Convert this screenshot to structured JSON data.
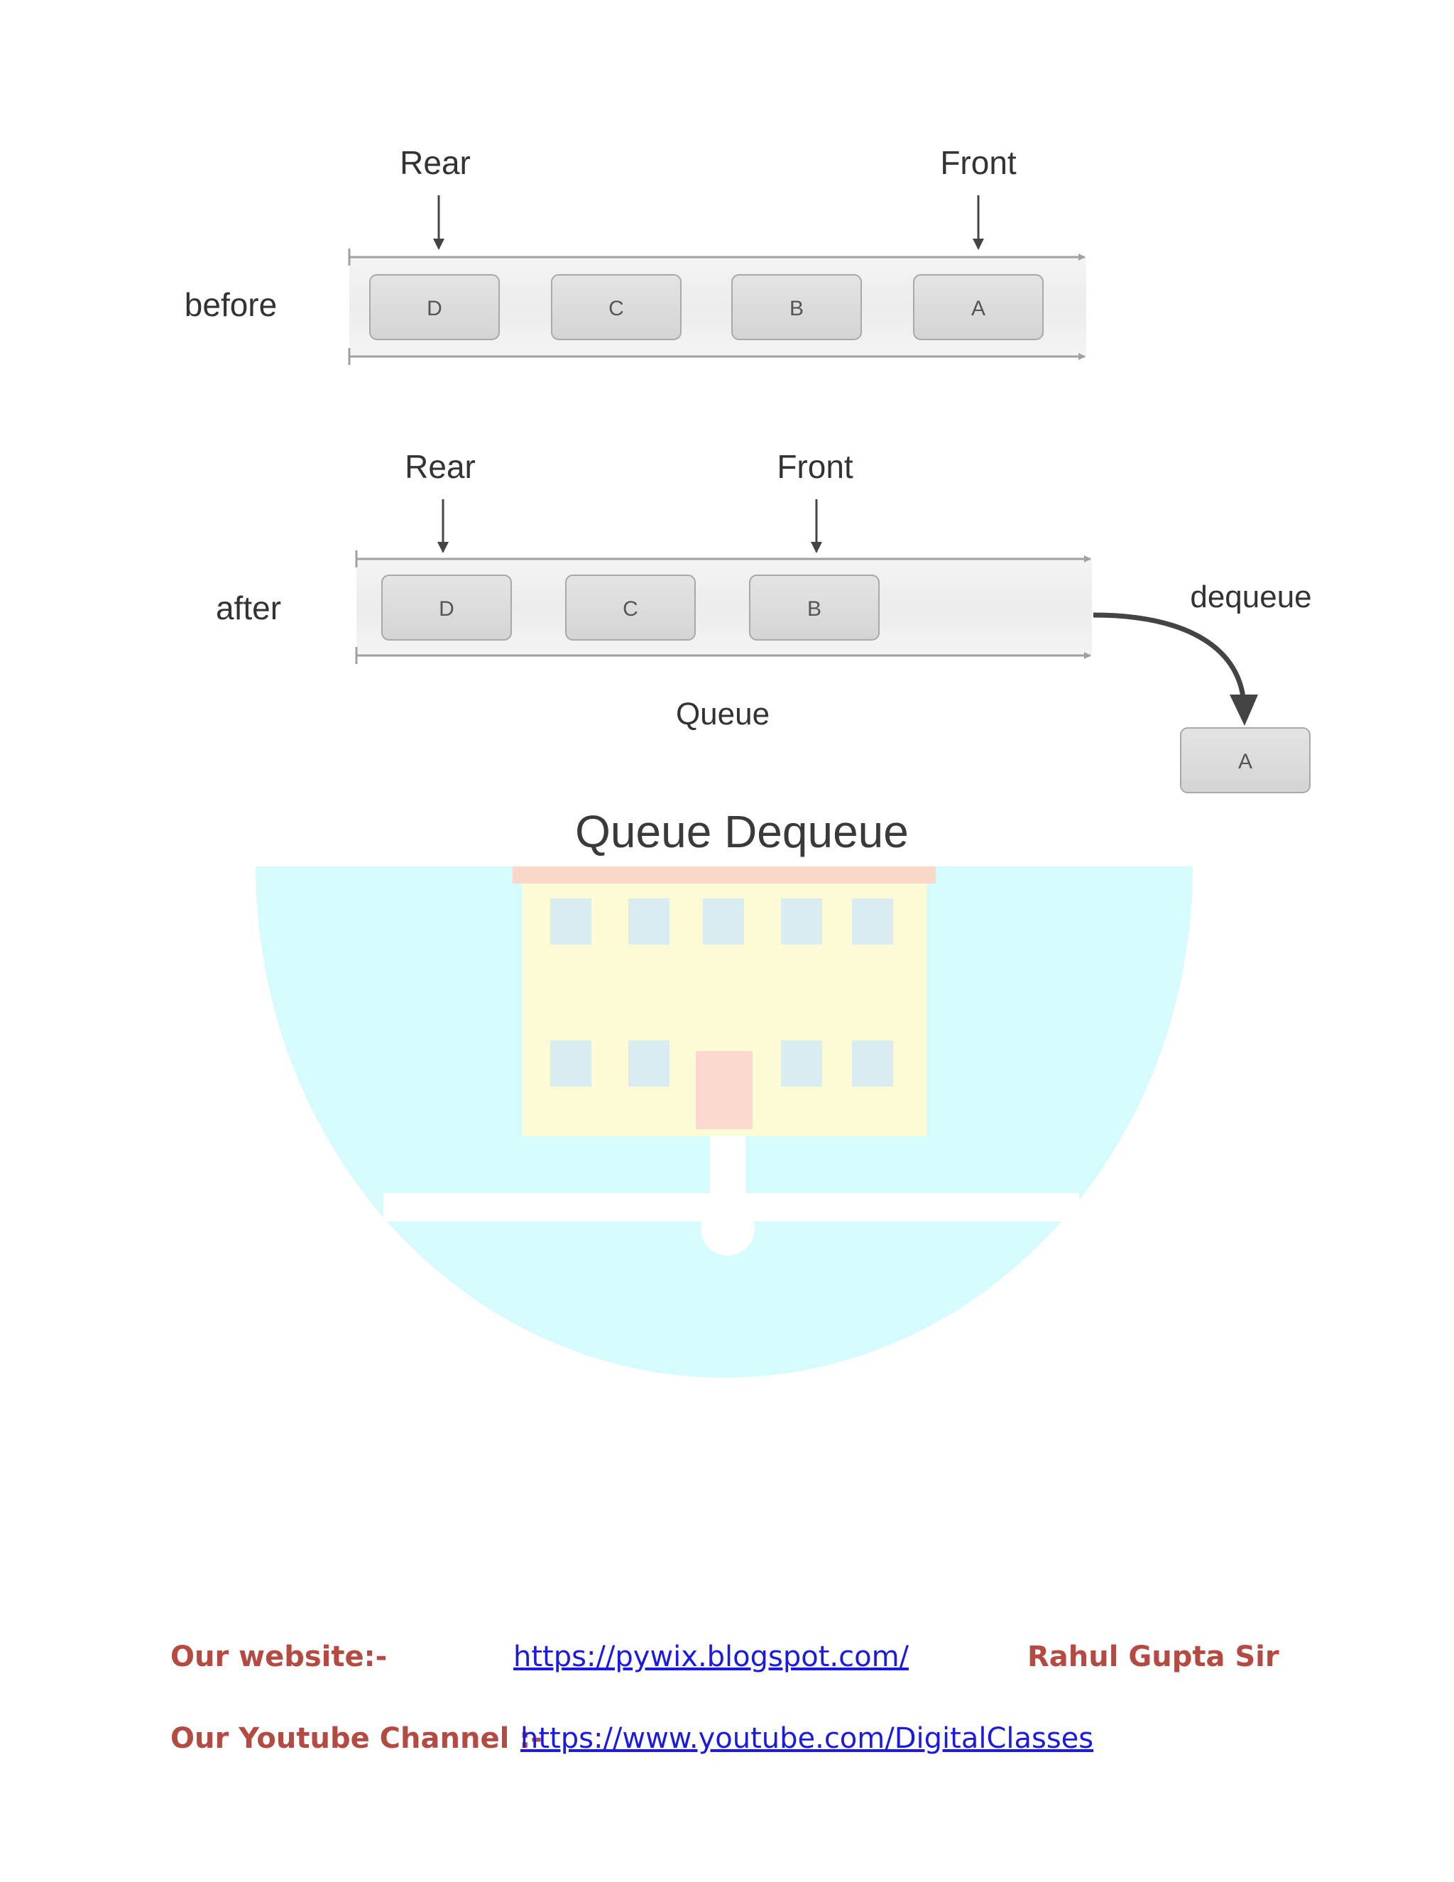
{
  "diagram": {
    "before": {
      "row_label": "before",
      "rear_label": "Rear",
      "front_label": "Front",
      "items": [
        "D",
        "C",
        "B",
        "A"
      ]
    },
    "after": {
      "row_label": "after",
      "rear_label": "Rear",
      "front_label": "Front",
      "items": [
        "D",
        "C",
        "B"
      ],
      "queue_label": "Queue",
      "dequeue_label": "dequeue",
      "dequeued_item": "A"
    },
    "title": "Queue Dequeue"
  },
  "footer": {
    "website_label": "Our website:-",
    "website_url": "https://pywix.blogspot.com/",
    "author": "Rahul Gupta Sir",
    "youtube_label": "Our Youtube Channel :-",
    "youtube_url": "https://www.youtube.com/DigitalClasses"
  },
  "colors": {
    "footer_label": "#b54a43",
    "link": "#1a1ae0",
    "watermark_circle": "#d6fbfd",
    "watermark_building": "#fdfbd6"
  }
}
